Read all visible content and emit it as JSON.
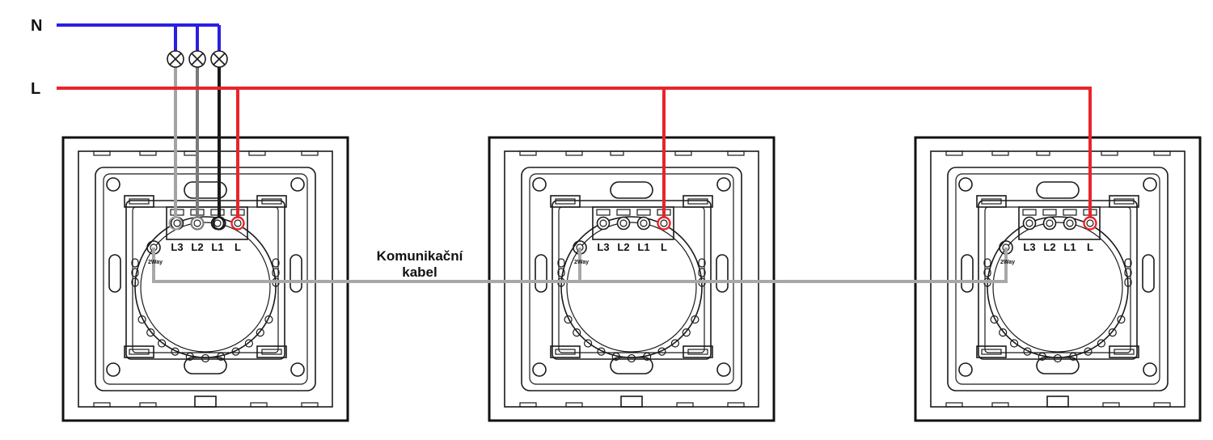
{
  "rails": {
    "neutral_label": "N",
    "live_label": "L"
  },
  "cable_label": {
    "line1": "Komunikační",
    "line2": "kabel"
  },
  "switches": [
    {
      "terminals": [
        "L3",
        "L2",
        "L1",
        "L"
      ],
      "two_way_label": "2Way"
    },
    {
      "terminals": [
        "L3",
        "L2",
        "L1",
        "L"
      ],
      "two_way_label": "2Way"
    },
    {
      "terminals": [
        "L3",
        "L2",
        "L1",
        "L"
      ],
      "two_way_label": "2Way"
    }
  ],
  "lamps": [
    {
      "icon": "lamp-icon"
    },
    {
      "icon": "lamp-icon"
    },
    {
      "icon": "lamp-icon"
    }
  ],
  "colors": {
    "neutral": "#2a1fe0",
    "live": "#e8242b",
    "l3_wire": "#a3a3a3",
    "l2_wire": "#7a7a7a",
    "l1_wire": "#1a1a1a",
    "comm_cable": "#a8a8a8"
  }
}
